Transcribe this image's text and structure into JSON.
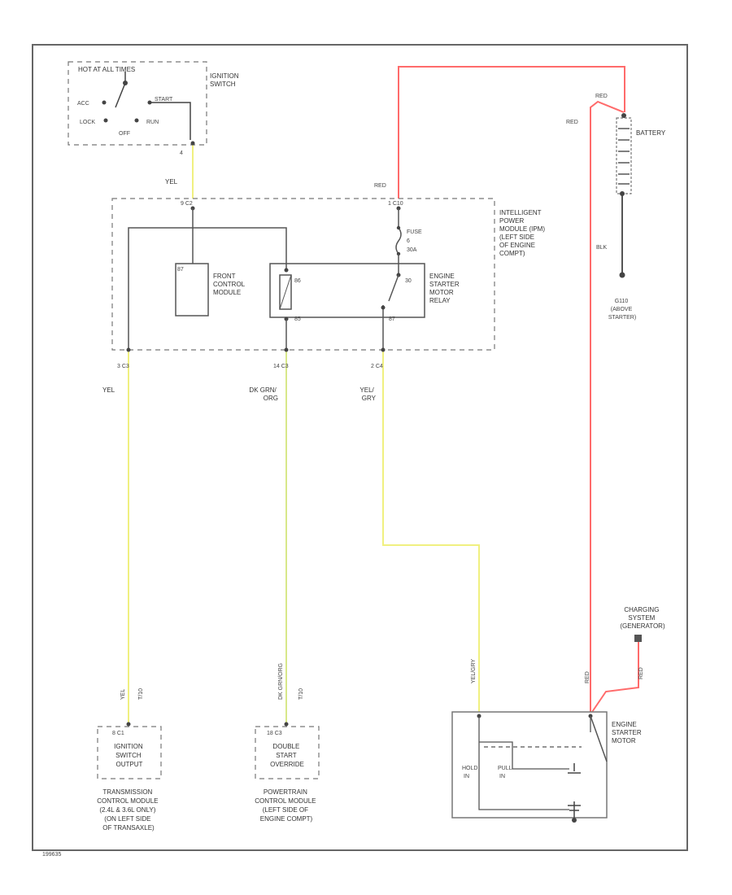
{
  "diagram": {
    "ignition_switch": {
      "header": "HOT AT ALL TIMES",
      "title": [
        "IGNITION",
        "SWITCH"
      ],
      "positions": {
        "acc": "ACC",
        "start": "START",
        "lock": "LOCK",
        "run": "RUN",
        "off": "OFF"
      },
      "pin": "4"
    },
    "ipm": {
      "title": [
        "INTELLIGENT",
        "POWER",
        "MODULE (IPM)",
        "(LEFT SIDE",
        "OF ENGINE",
        "COMPT)"
      ],
      "top_conn_left": "9  C2",
      "top_conn_right": "1  C10",
      "fuse": [
        "FUSE",
        "6",
        "30A"
      ],
      "front_control_module": [
        "FRONT",
        "CONTROL",
        "MODULE"
      ],
      "relay": [
        "ENGINE",
        "STARTER",
        "MOTOR",
        "RELAY"
      ],
      "pin_labels": [
        "87",
        "86",
        "85",
        "30",
        "87"
      ],
      "bottom_conns": [
        "3  C3",
        "14  C3",
        "2  C4"
      ]
    },
    "battery": {
      "title": "BATTERY",
      "ground_label": [
        "G110",
        "(ABOVE",
        "STARTER)"
      ]
    },
    "charging_system": [
      "CHARGING",
      "SYSTEM",
      "(GENERATOR)"
    ],
    "wire_colors": {
      "yel": "YEL",
      "red": "RED",
      "blk": "BLK",
      "dk_grn_org": [
        "DK GRN/",
        "ORG"
      ],
      "yel_gry": [
        "YEL/",
        "GRY"
      ],
      "tcm_wire": "YEL",
      "tcm_alt": "T/10",
      "pcm_wire": "DK GRN/ORG",
      "pcm_alt": "T/10",
      "starter_wire": "YEL/GRY",
      "starter_red": "RED",
      "gen_red": "RED"
    },
    "tcm": {
      "conn": "8  C1",
      "box": [
        "IGNITION",
        "SWITCH",
        "OUTPUT"
      ],
      "title": [
        "TRANSMISSION",
        "CONTROL MODULE",
        "(2.4L & 3.6L ONLY)",
        "(ON LEFT SIDE",
        "OF TRANSAXLE)"
      ]
    },
    "pcm": {
      "conn": "18  C3",
      "box": [
        "DOUBLE",
        "START",
        "OVERRIDE"
      ],
      "title": [
        "POWERTRAIN",
        "CONTROL MODULE",
        "(LEFT SIDE OF",
        "ENGINE COMPT)"
      ]
    },
    "starter": {
      "title": [
        "ENGINE",
        "STARTER",
        "MOTOR"
      ],
      "inner_left": [
        "HOLD",
        "IN"
      ],
      "inner_right": [
        "PULL",
        "IN"
      ]
    },
    "footer_code": "199635"
  },
  "colors": {
    "red_wire": "#ff6b6b",
    "yellow_wire": "#f0f080",
    "green_wire": "#d8e88a",
    "black_wire": "#555555",
    "border": "#666666"
  }
}
